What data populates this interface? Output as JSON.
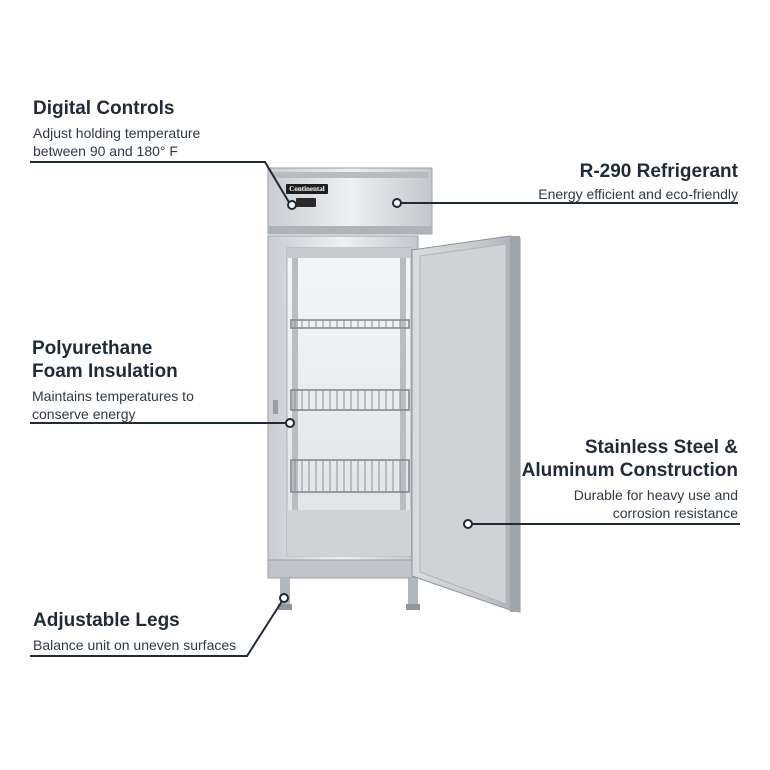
{
  "product": {
    "brand_label": "Continental"
  },
  "callouts": {
    "digital_controls": {
      "title": "Digital Controls",
      "desc": "Adjust holding temperature\nbetween 90 and 180° F"
    },
    "refrigerant": {
      "title": "R-290 Refrigerant",
      "desc": "Energy efficient and eco-friendly"
    },
    "insulation": {
      "title": "Polyurethane\nFoam Insulation",
      "desc": "Maintains temperatures to\nconserve energy"
    },
    "construction": {
      "title": "Stainless Steel &\nAluminum Construction",
      "desc": "Durable for heavy use and\ncorrosion resistance"
    },
    "legs": {
      "title": "Adjustable Legs",
      "desc": "Balance unit on uneven surfaces"
    }
  },
  "colors": {
    "text": "#1e2b38",
    "steel_light": "#e4e6e8",
    "steel_dark": "#9aa0a6"
  }
}
